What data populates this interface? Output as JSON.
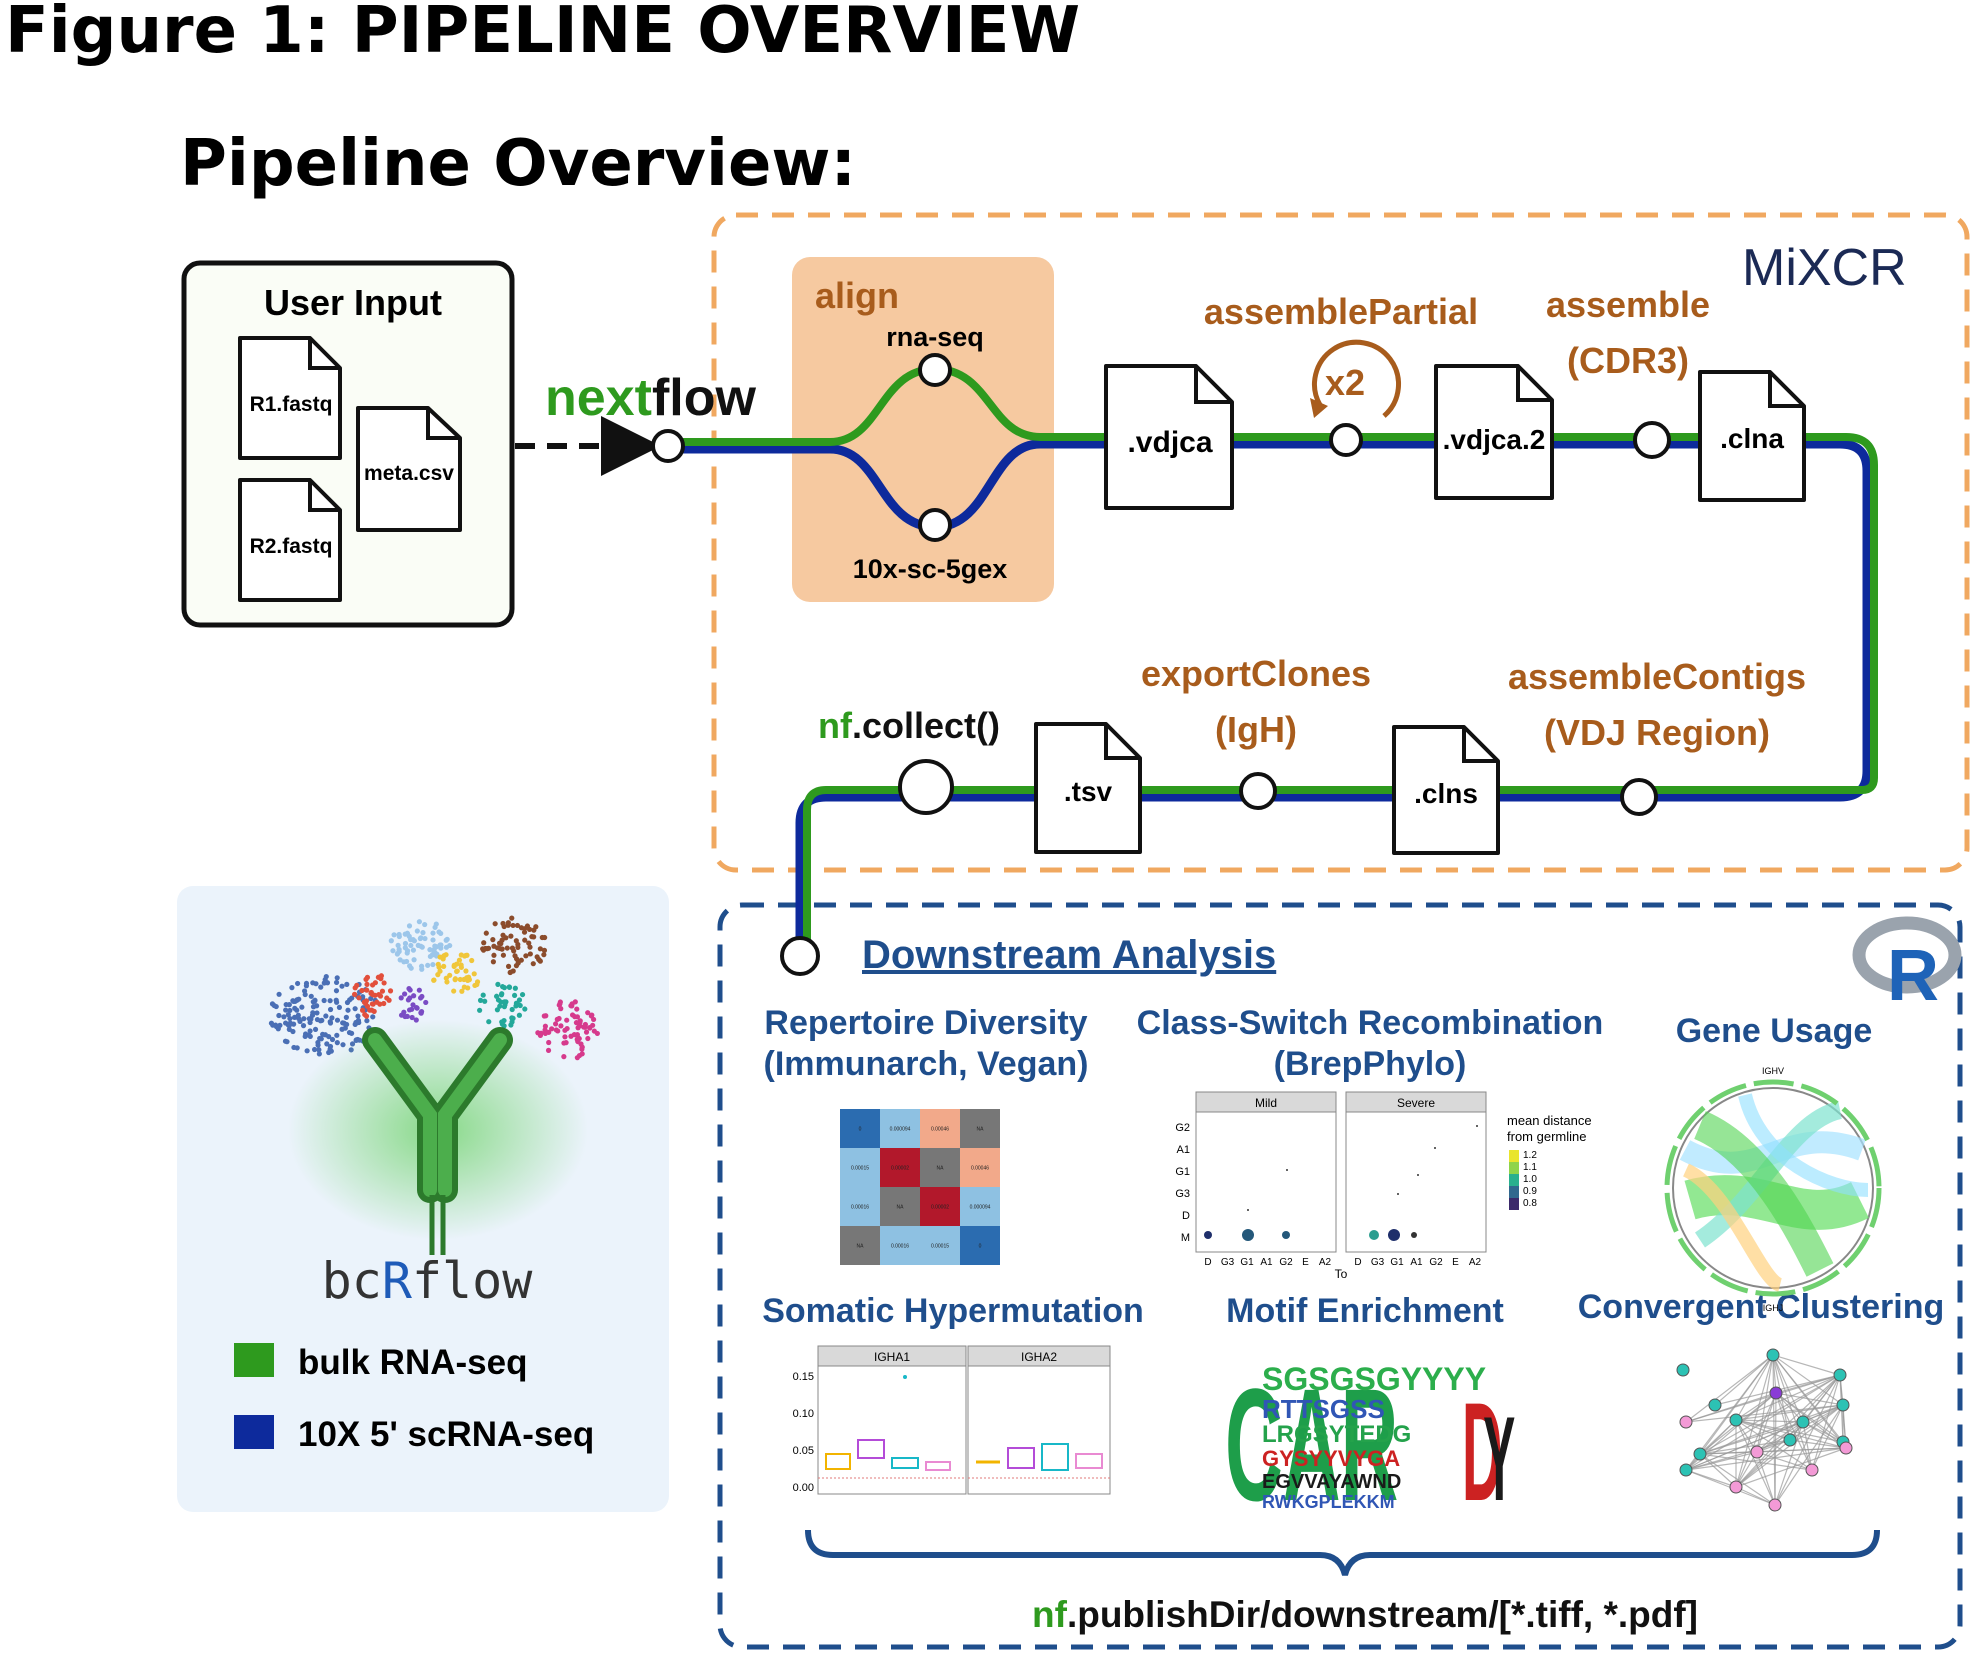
{
  "figure_title": "Figure 1: PIPELINE OVERVIEW",
  "heading": "Pipeline Overview:",
  "user_input": {
    "title": "User Input",
    "files": [
      "R1.fastq",
      "R2.fastq",
      "meta.csv"
    ]
  },
  "nextflow_logo": {
    "part1": "nex",
    "part2": "t",
    "part3": "flow"
  },
  "mixcr_logo": "MiXCR",
  "align": {
    "label": "align",
    "rna": "rna-seq",
    "sc": "10x-sc-5gex"
  },
  "steps": {
    "assemble_partial": "assemblePartial",
    "x2": "x2",
    "assemble": "assemble",
    "assemble_sub": "(CDR3)",
    "assemble_contigs": "assembleContigs",
    "assemble_contigs_sub": "(VDJ Region)",
    "export_clones": "exportClones",
    "export_clones_sub": "(IgH)",
    "collect_prefix": "nf",
    "collect_suffix": ".collect()"
  },
  "files": {
    "vdjca": ".vdjca",
    "vdjca2": ".vdjca.2",
    "clna": ".clna",
    "clns": ".clns",
    "tsv": ".tsv"
  },
  "downstream": {
    "title": "Downstream Analysis",
    "r_logo": "R",
    "diversity_1": "Repertoire Diversity",
    "diversity_2": "(Immunarch, Vegan)",
    "csr_1": "Class-Switch Recombination",
    "csr_2": "(BrepPhylo)",
    "gene_usage": "Gene Usage",
    "shm": "Somatic Hypermutation",
    "motif": "Motif Enrichment",
    "clustering": "Convergent Clustering",
    "publish_prefix": "nf",
    "publish_suffix": ".publishDir/downstream/[*.tiff, *.pdf]"
  },
  "heatmap_cells": [
    [
      "0",
      "0.000094",
      "0.00046",
      "NA"
    ],
    [
      "0.00015",
      "0.00002",
      "NA",
      "0.00046"
    ],
    [
      "0.00016",
      "NA",
      "0.00002",
      "0.000094"
    ],
    [
      "NA",
      "0.00016",
      "0.00015",
      "0"
    ]
  ],
  "csr_panels": [
    "Mild",
    "Severe"
  ],
  "csr_y_ticks": [
    "G2",
    "A1",
    "G1",
    "G3",
    "D",
    "M"
  ],
  "csr_x_ticks": [
    "D",
    "G3",
    "G1",
    "A1",
    "G2",
    "E",
    "A2"
  ],
  "csr_x_label": "To",
  "csr_legend": {
    "title_1": "mean distance",
    "title_2": "from germline",
    "ticks": [
      "1.2",
      "1.1",
      "1.0",
      "0.9",
      "0.8"
    ]
  },
  "shm_panels": [
    "IGHA1",
    "IGHA2"
  ],
  "shm_y_ticks": [
    "0.15",
    "0.10",
    "0.05",
    "0.00"
  ],
  "chord_labels": {
    "top": "IGHV",
    "bottom": "IGHJ"
  },
  "bcrflow": {
    "logo_a": "bc",
    "logo_b": "R",
    "logo_c": "flow",
    "legend": [
      {
        "label": "bulk RNA-seq",
        "color": "#2e9a1e"
      },
      {
        "label": "10X 5' scRNA-seq",
        "color": "#0d2a9c"
      }
    ]
  },
  "colors": {
    "green": "#2e9a1e",
    "blue": "#0d2a9c",
    "orange_text": "#a85c1c",
    "orange_dash": "#f0a860",
    "align_box": "#f6c9a0",
    "nav_blue": "#1f4e8c",
    "dark_navy": "#1b2a55"
  }
}
